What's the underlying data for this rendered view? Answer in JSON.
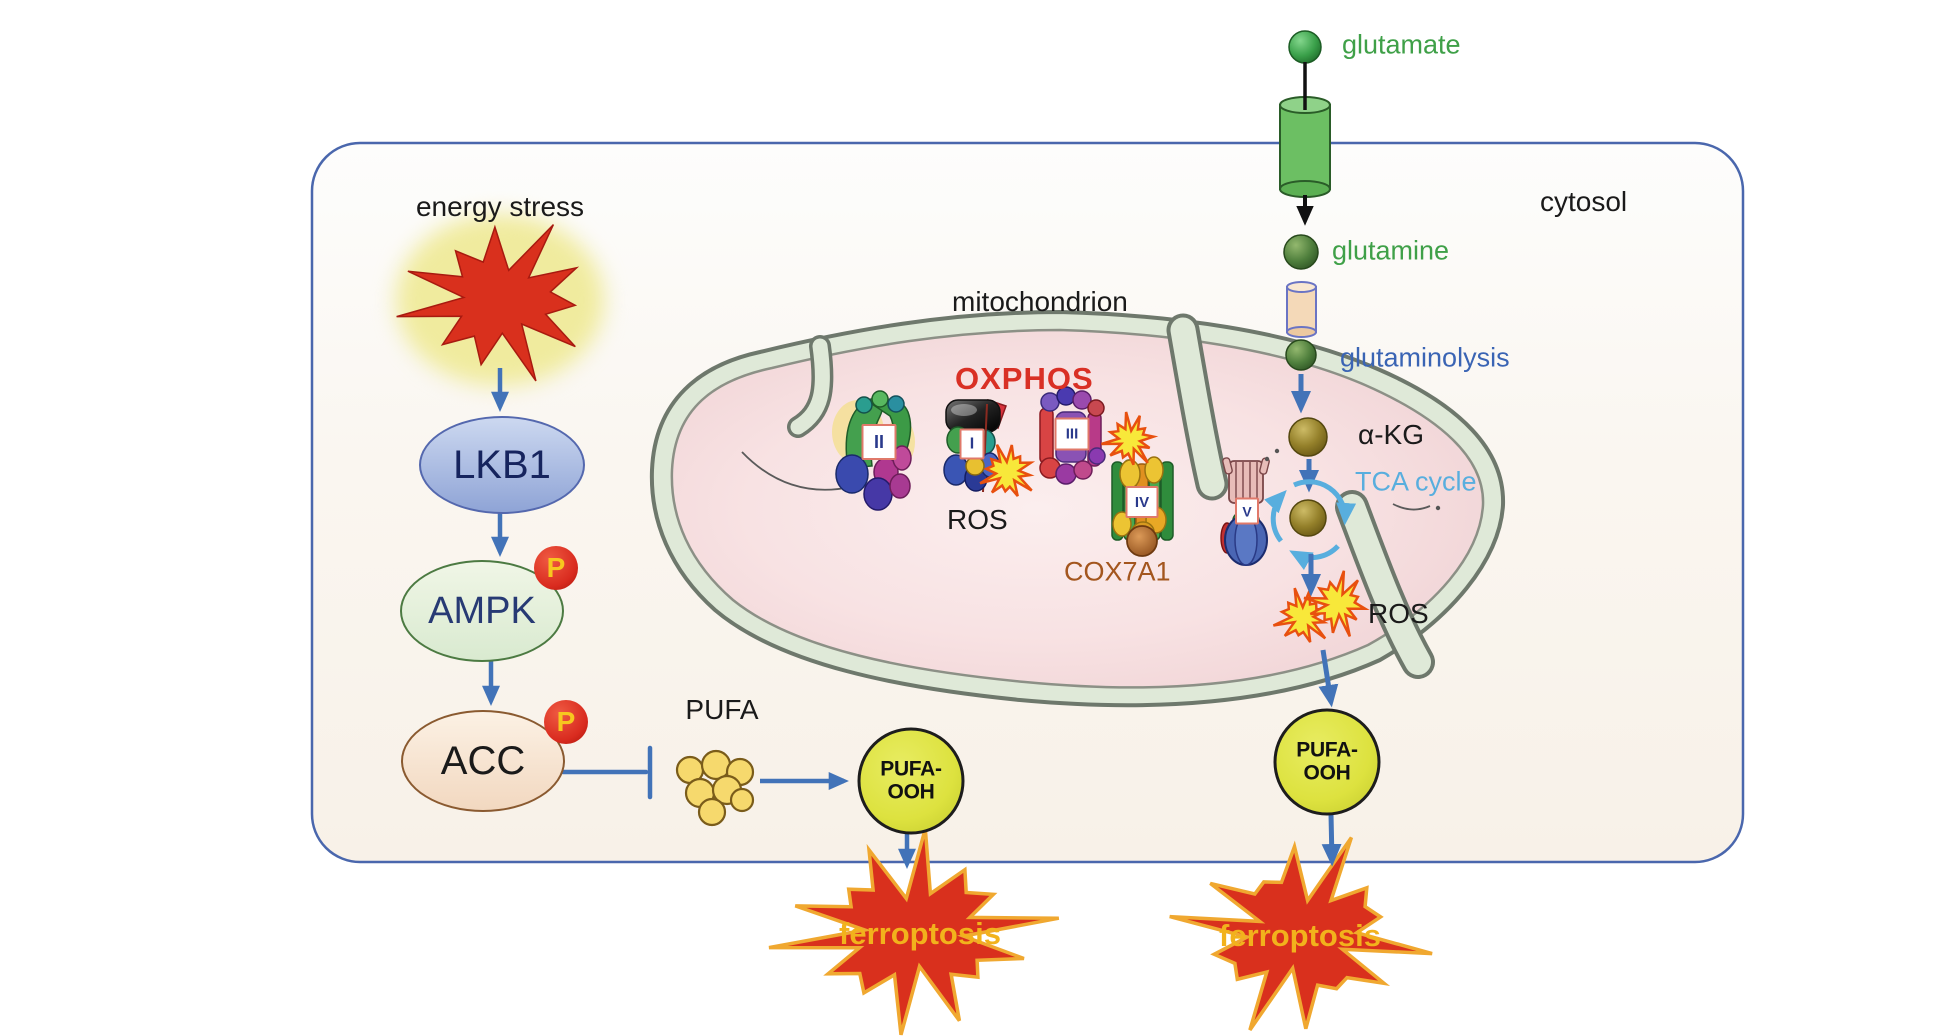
{
  "cell": {
    "cytosol": "cytosol"
  },
  "mitochondrion": {
    "label": "mitochondrion",
    "oxphos": "OXPHOS",
    "cox7a1": "COX7A1",
    "ros": "ROS",
    "complexes": {
      "c1": "I",
      "c2": "II",
      "c3": "III",
      "c4": "IV",
      "c5": "V"
    }
  },
  "glutamine_pathway": {
    "glutamate": "glutamate",
    "glutamine": "glutamine",
    "glutaminolysis": "glutaminolysis",
    "alpha_kg": "α-KG",
    "tca_cycle": "TCA cycle",
    "ros": "ROS",
    "pufa_ooh_line1": "PUFA-",
    "pufa_ooh_line2": "OOH",
    "ferroptosis": "ferroptosis"
  },
  "energy_pathway": {
    "energy_stress": "energy stress",
    "lkb1": "LKB1",
    "ampk": "AMPK",
    "acc": "ACC",
    "phospho": "P",
    "pufa": "PUFA",
    "pufa_ooh_line1": "PUFA-",
    "pufa_ooh_line2": "OOH",
    "ferroptosis": "ferroptosis"
  },
  "colors": {
    "arrow_blue": "#4273b8",
    "tca_blue": "#58aede",
    "label_blue": "#3a64b4",
    "green_text": "#3fa048",
    "red_text": "#d93025",
    "brown_text": "#a3561e",
    "ferroptosis_red": "#d9301d",
    "star_outline": "#f0a830",
    "ferroptosis_text": "#f2b21c",
    "ros_yellow": "#f8e83a",
    "ros_spike": "#e8500f",
    "membrane_green": "#dfe9d8",
    "membrane_edge": "#6e786c",
    "cell_border": "#4a67ad",
    "phospho_red": "#d92b1f",
    "phospho_text": "#f7c71f",
    "pufa_ooh_fill": "#dde23f"
  }
}
